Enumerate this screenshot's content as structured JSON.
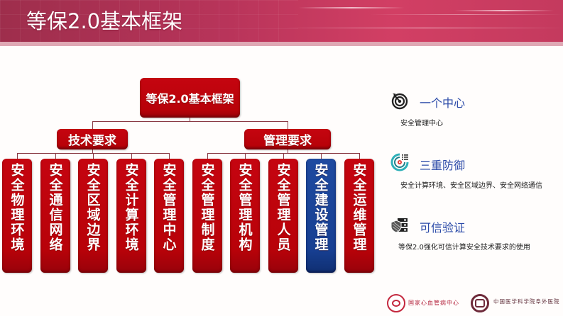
{
  "header": {
    "title": "等保2.0基本框架"
  },
  "diagram": {
    "root": "等保2.0基本框架",
    "branches": [
      {
        "label": "技术要求",
        "children": [
          "安全物理环境",
          "安全通信网络",
          "安全区域边界",
          "安全计算环境",
          "安全管理中心"
        ]
      },
      {
        "label": "管理要求",
        "children": [
          "安全管理制度",
          "安全管理机构",
          "安全管理人员",
          "安全建设管理",
          "安全运维管理"
        ]
      }
    ],
    "highlighted_child": "安全建设管理",
    "colors": {
      "node_red": "#c00510",
      "node_blue": "#1b4598",
      "connector": "#8a3a44"
    }
  },
  "sidebar": {
    "items": [
      {
        "icon": "target-icon",
        "title": "一个中心",
        "desc": "安全管理中心"
      },
      {
        "icon": "radar-icon",
        "title": "三重防御",
        "desc": "安全计算环境、安全区域边界、安全网络通信"
      },
      {
        "icon": "server-shield-icon",
        "title": "可信验证",
        "desc": "等保2.0强化可信计算安全技术要求的使用"
      }
    ],
    "title_color": "#2b4aa8"
  },
  "footer": {
    "logo1_text": "国家心血管病中心",
    "logo2_text": "中国医学科学院阜外医院"
  }
}
